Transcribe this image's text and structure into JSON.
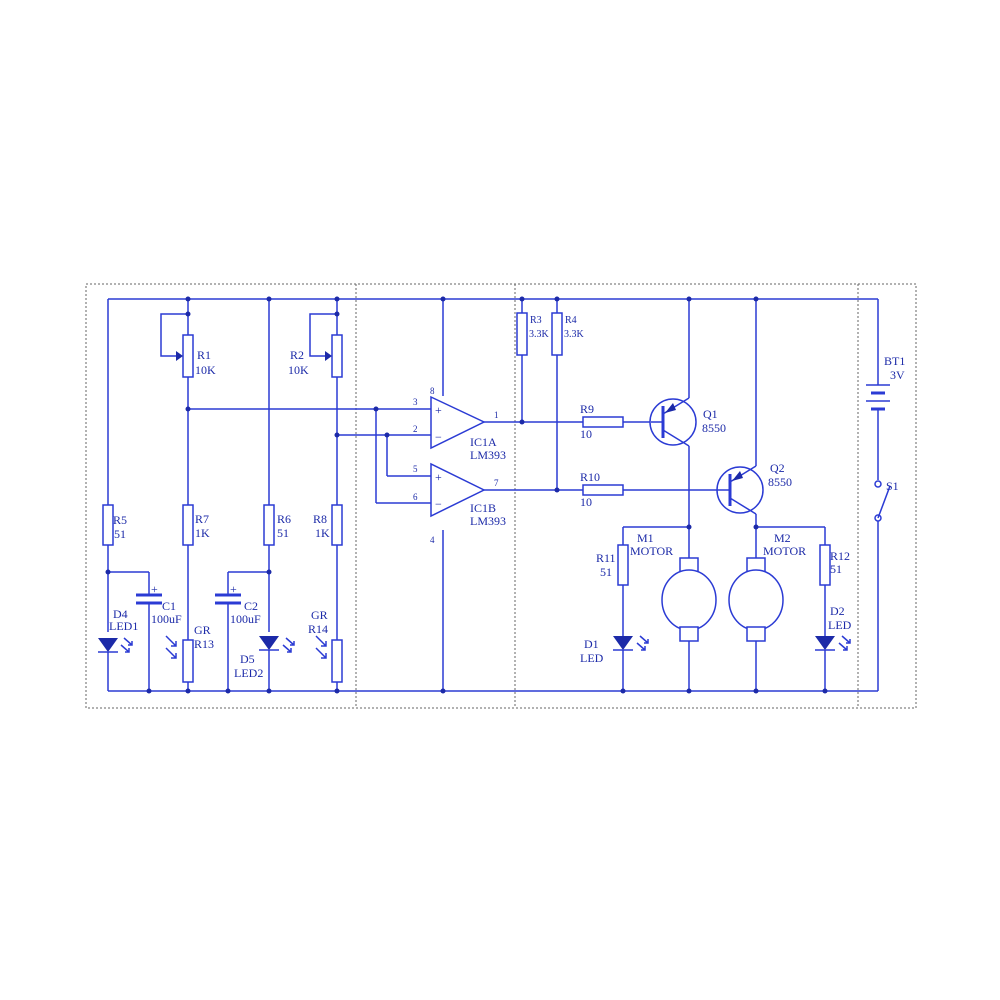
{
  "components": {
    "r1": {
      "ref": "R1",
      "value": "10K"
    },
    "r2": {
      "ref": "R2",
      "value": "10K"
    },
    "r3": {
      "ref": "R3",
      "value": "3.3K"
    },
    "r4": {
      "ref": "R4",
      "value": "3.3K"
    },
    "r5": {
      "ref": "R5",
      "value": "51"
    },
    "r6": {
      "ref": "R6",
      "value": "51"
    },
    "r7": {
      "ref": "R7",
      "value": "1K"
    },
    "r8": {
      "ref": "R8",
      "value": "1K"
    },
    "r9": {
      "ref": "R9",
      "value": "10"
    },
    "r10": {
      "ref": "R10",
      "value": "10"
    },
    "r11": {
      "ref": "R11",
      "value": "51"
    },
    "r12": {
      "ref": "R12",
      "value": "51"
    },
    "r13": {
      "type": "GR",
      "ref": "R13"
    },
    "r14": {
      "type": "GR",
      "ref": "R14"
    },
    "c1": {
      "ref": "C1",
      "value": "100uF"
    },
    "c2": {
      "ref": "C2",
      "value": "100uF"
    },
    "d1": {
      "ref": "D1",
      "value": "LED"
    },
    "d2": {
      "ref": "D2",
      "value": "LED"
    },
    "d4": {
      "ref": "D4",
      "value": "LED1"
    },
    "d5": {
      "ref": "D5",
      "value": "LED2"
    },
    "ic1a": {
      "ref": "IC1A",
      "value": "LM393"
    },
    "ic1b": {
      "ref": "IC1B",
      "value": "LM393"
    },
    "q1": {
      "ref": "Q1",
      "value": "8550"
    },
    "q2": {
      "ref": "Q2",
      "value": "8550"
    },
    "m1": {
      "ref": "M1",
      "value": "MOTOR"
    },
    "m2": {
      "ref": "M2",
      "value": "MOTOR"
    },
    "bt1": {
      "ref": "BT1",
      "value": "3V"
    },
    "s1": {
      "ref": "S1"
    }
  },
  "pins": {
    "p8": "8",
    "p4": "4",
    "p3": "3",
    "p2": "2",
    "p5": "5",
    "p6": "6",
    "p1": "1",
    "p7": "7"
  },
  "signs": {
    "plus": "+",
    "minus": "−"
  },
  "colors": {
    "wire": "#2b3bd4",
    "text": "#1c2aa8",
    "frame": "#666666"
  }
}
